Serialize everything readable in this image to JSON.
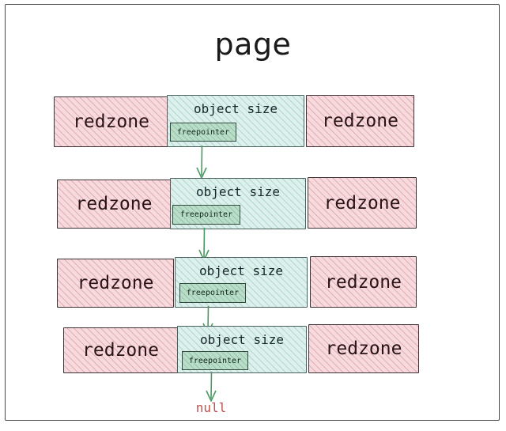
{
  "diagram": {
    "title": "page",
    "frame_color": "#4a4a4a",
    "background": "#ffffff",
    "colors": {
      "redzone_fill": "#f6dadd",
      "redzone_hatch": "#c6646e",
      "object_fill": "#ddf0ec",
      "object_hatch": "#5aaaa0",
      "freepointer_fill": "#b9ddc8",
      "freepointer_border": "#2f4a3c",
      "arrow": "#4a9a63",
      "null_text": "#c0504d",
      "box_border": "#3d3d3d"
    },
    "rows": [
      {
        "left_redzone_label": "redzone",
        "object_label": "object size",
        "freepointer_label": "freepointer",
        "right_redzone_label": "redzone"
      },
      {
        "left_redzone_label": "redzone",
        "object_label": "object size",
        "freepointer_label": "freepointer",
        "right_redzone_label": "redzone"
      },
      {
        "left_redzone_label": "redzone",
        "object_label": "object size",
        "freepointer_label": "freepointer",
        "right_redzone_label": "redzone"
      },
      {
        "left_redzone_label": "redzone",
        "object_label": "object size",
        "freepointer_label": "freepointer",
        "right_redzone_label": "redzone"
      }
    ],
    "terminator_label": "null",
    "arrows": [
      {
        "from_row": 1,
        "to_row": 2
      },
      {
        "from_row": 2,
        "to_row": 3
      },
      {
        "from_row": 3,
        "to_row": 4
      },
      {
        "from_row": 4,
        "to_row": "null"
      }
    ]
  }
}
